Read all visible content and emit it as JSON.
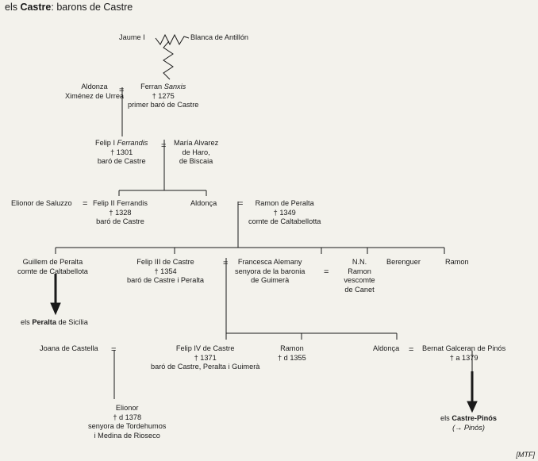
{
  "title": {
    "prefix": "els ",
    "family": "Castre",
    "rest": ": barons de Castre"
  },
  "people": {
    "jaume": {
      "name": "Jaume I"
    },
    "blanca": {
      "name": "Blanca de Antillón"
    },
    "aldonza": {
      "line1": "Aldonza",
      "line2": "Ximénez de Urrea"
    },
    "ferran": {
      "name": "Ferran",
      "patronymic": "Sanxis",
      "death": "† 1275",
      "title": "primer baró de Castre"
    },
    "felip1": {
      "name": "Felip I",
      "patronymic": "Ferrandis",
      "death": "† 1301",
      "title": "baró de Castre"
    },
    "maria": {
      "line1": "María Alvarez",
      "line2": "de Haro,",
      "line3": "de Biscaia"
    },
    "elionor": {
      "name": "Elionor de Saluzzo"
    },
    "felip2": {
      "name": "Felip II Ferrandis",
      "death": "† 1328",
      "title": "baró de Castre"
    },
    "aldonca1": {
      "name": "Aldonça"
    },
    "ramon_peralta": {
      "name": "Ramon de Peralta",
      "death": "† 1349",
      "title": "comte de Caltabellotta"
    },
    "guillem": {
      "line1": "Guillem de Peralta",
      "line2": "comte de Caltabellota"
    },
    "felip3": {
      "name": "Felip III de Castre",
      "death": "† 1354",
      "title": "baró de Castre i Peralta"
    },
    "francesca": {
      "line1": "Francesca Alemany",
      "line2": "senyora de la baronia",
      "line3": "de Guimerà"
    },
    "nn": {
      "line1": "N.N.",
      "line2": "Ramon",
      "line3": "vescomte",
      "line4": "de Canet"
    },
    "berenguer": {
      "name": "Berenguer"
    },
    "ramon_child": {
      "name": "Ramon"
    },
    "peralta_branch": {
      "prefix": "els ",
      "family": "Peralta",
      "suffix": " de Sicília"
    },
    "joana": {
      "name": "Joana de Castella"
    },
    "felip4": {
      "name": "Felip IV de Castre",
      "death": "† 1371",
      "title": "baró de Castre, Peralta i Guimerà"
    },
    "ramon2": {
      "name": "Ramon",
      "death": "† d 1355"
    },
    "aldonca2": {
      "name": "Aldonça"
    },
    "bernat": {
      "name": "Bernat Galceran de Pinós",
      "death": "† a 1379"
    },
    "elionor2": {
      "line1": "Elionor",
      "line2": "† d 1378",
      "line3": "senyora de Tordehumos",
      "line4": "i Medina de Rioseco"
    },
    "castre_pinos": {
      "prefix": "els ",
      "family": "Castre-Pinós",
      "ref": "(→ Pinós)"
    }
  },
  "marriage_signs": {
    "spouse": "="
  },
  "signature": "[MTF]"
}
